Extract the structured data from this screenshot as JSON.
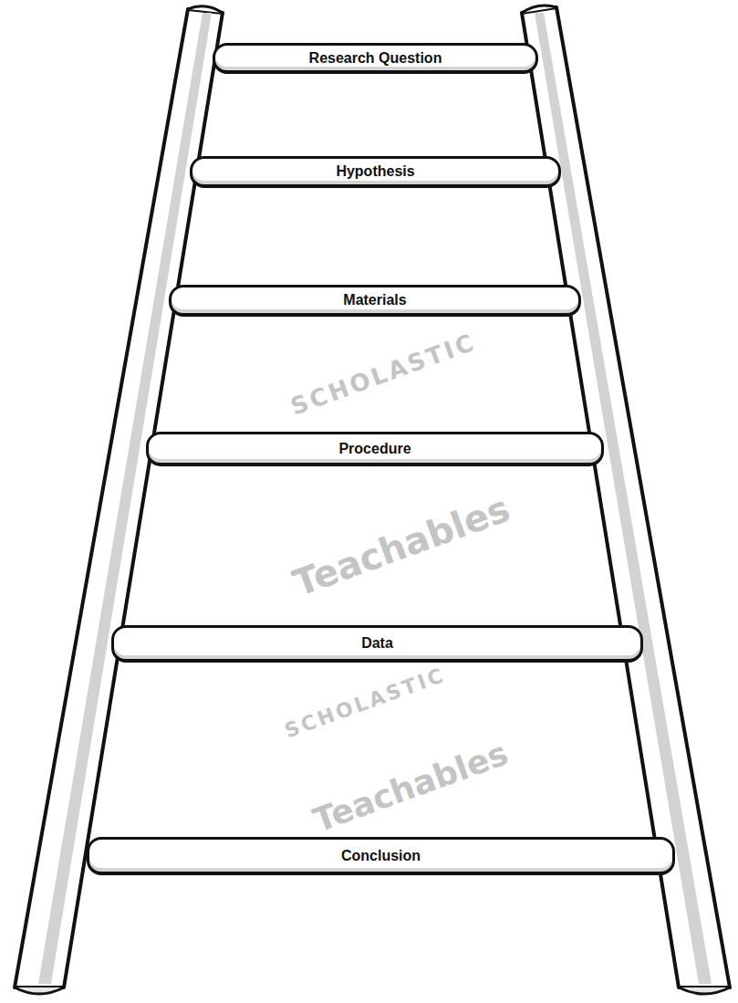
{
  "diagram": {
    "nodes": [
      {
        "text": [
          "Research Question"
        ]
      },
      {
        "text": [
          "Hypothesis"
        ]
      },
      {
        "text": [
          "Materials"
        ]
      },
      {
        "text": [
          "Procedure"
        ]
      },
      {
        "text": [
          "Data"
        ]
      },
      {
        "text": [
          "Conclusion"
        ]
      }
    ],
    "labels": [
      "SCHOLASTIC",
      "Teachables",
      "SCHOLASTIC",
      "Teachables"
    ]
  }
}
